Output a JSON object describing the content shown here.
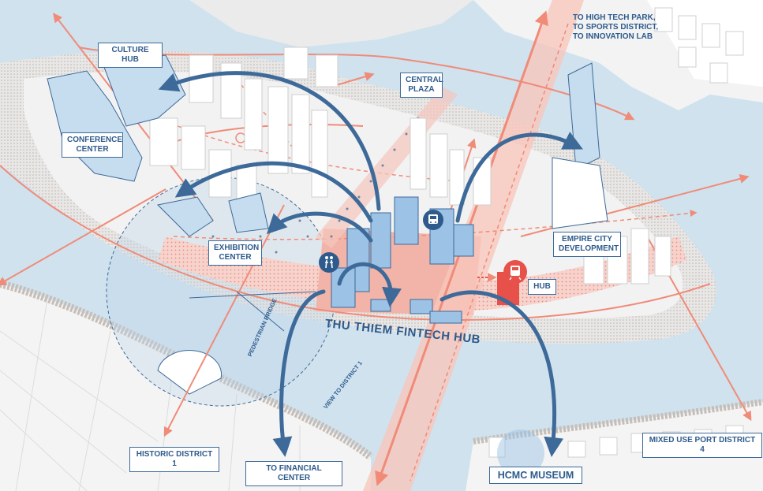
{
  "labels": {
    "culture_hub": "CULTURE HUB",
    "conference_center": "CONFERENCE\nCENTER",
    "central_plaza": "CENTRAL\nPLAZA",
    "exhibition_center": "EXHIBITION\nCENTER",
    "empire_city": "EMPIRE CITY\nDEVELOPMENT",
    "hub": "HUB",
    "high_tech_park": "TO HIGH TECH PARK,\nTO SPORTS DISTRICT,\nTO INNOVATION LAB",
    "fintech_hub": "THU THIEM FINTECH HUB",
    "pedestrian_bridge": "PEDESTRIAN BRIDGE",
    "view_to_district": "VIEW TO DISTRICT 1",
    "historic_district": "HISTORIC DISTRICT 1",
    "financial_center": "TO FINANCIAL CENTER",
    "hcmc_museum": "HCMC MUSEUM",
    "mixed_use": "MIXED USE PORT DISTRICT 4"
  },
  "icons": {
    "bus": "bus-icon",
    "metro": "metro-icon",
    "pedestrian": "pedestrian-icon"
  },
  "colors": {
    "water": "#cfe2ee",
    "label_blue": "#2e5b8c",
    "arrow_blue": "#3d6a99",
    "salmon": "#f08b78",
    "red_hub": "#e8504a",
    "building_blue": "#9cc3e6"
  }
}
